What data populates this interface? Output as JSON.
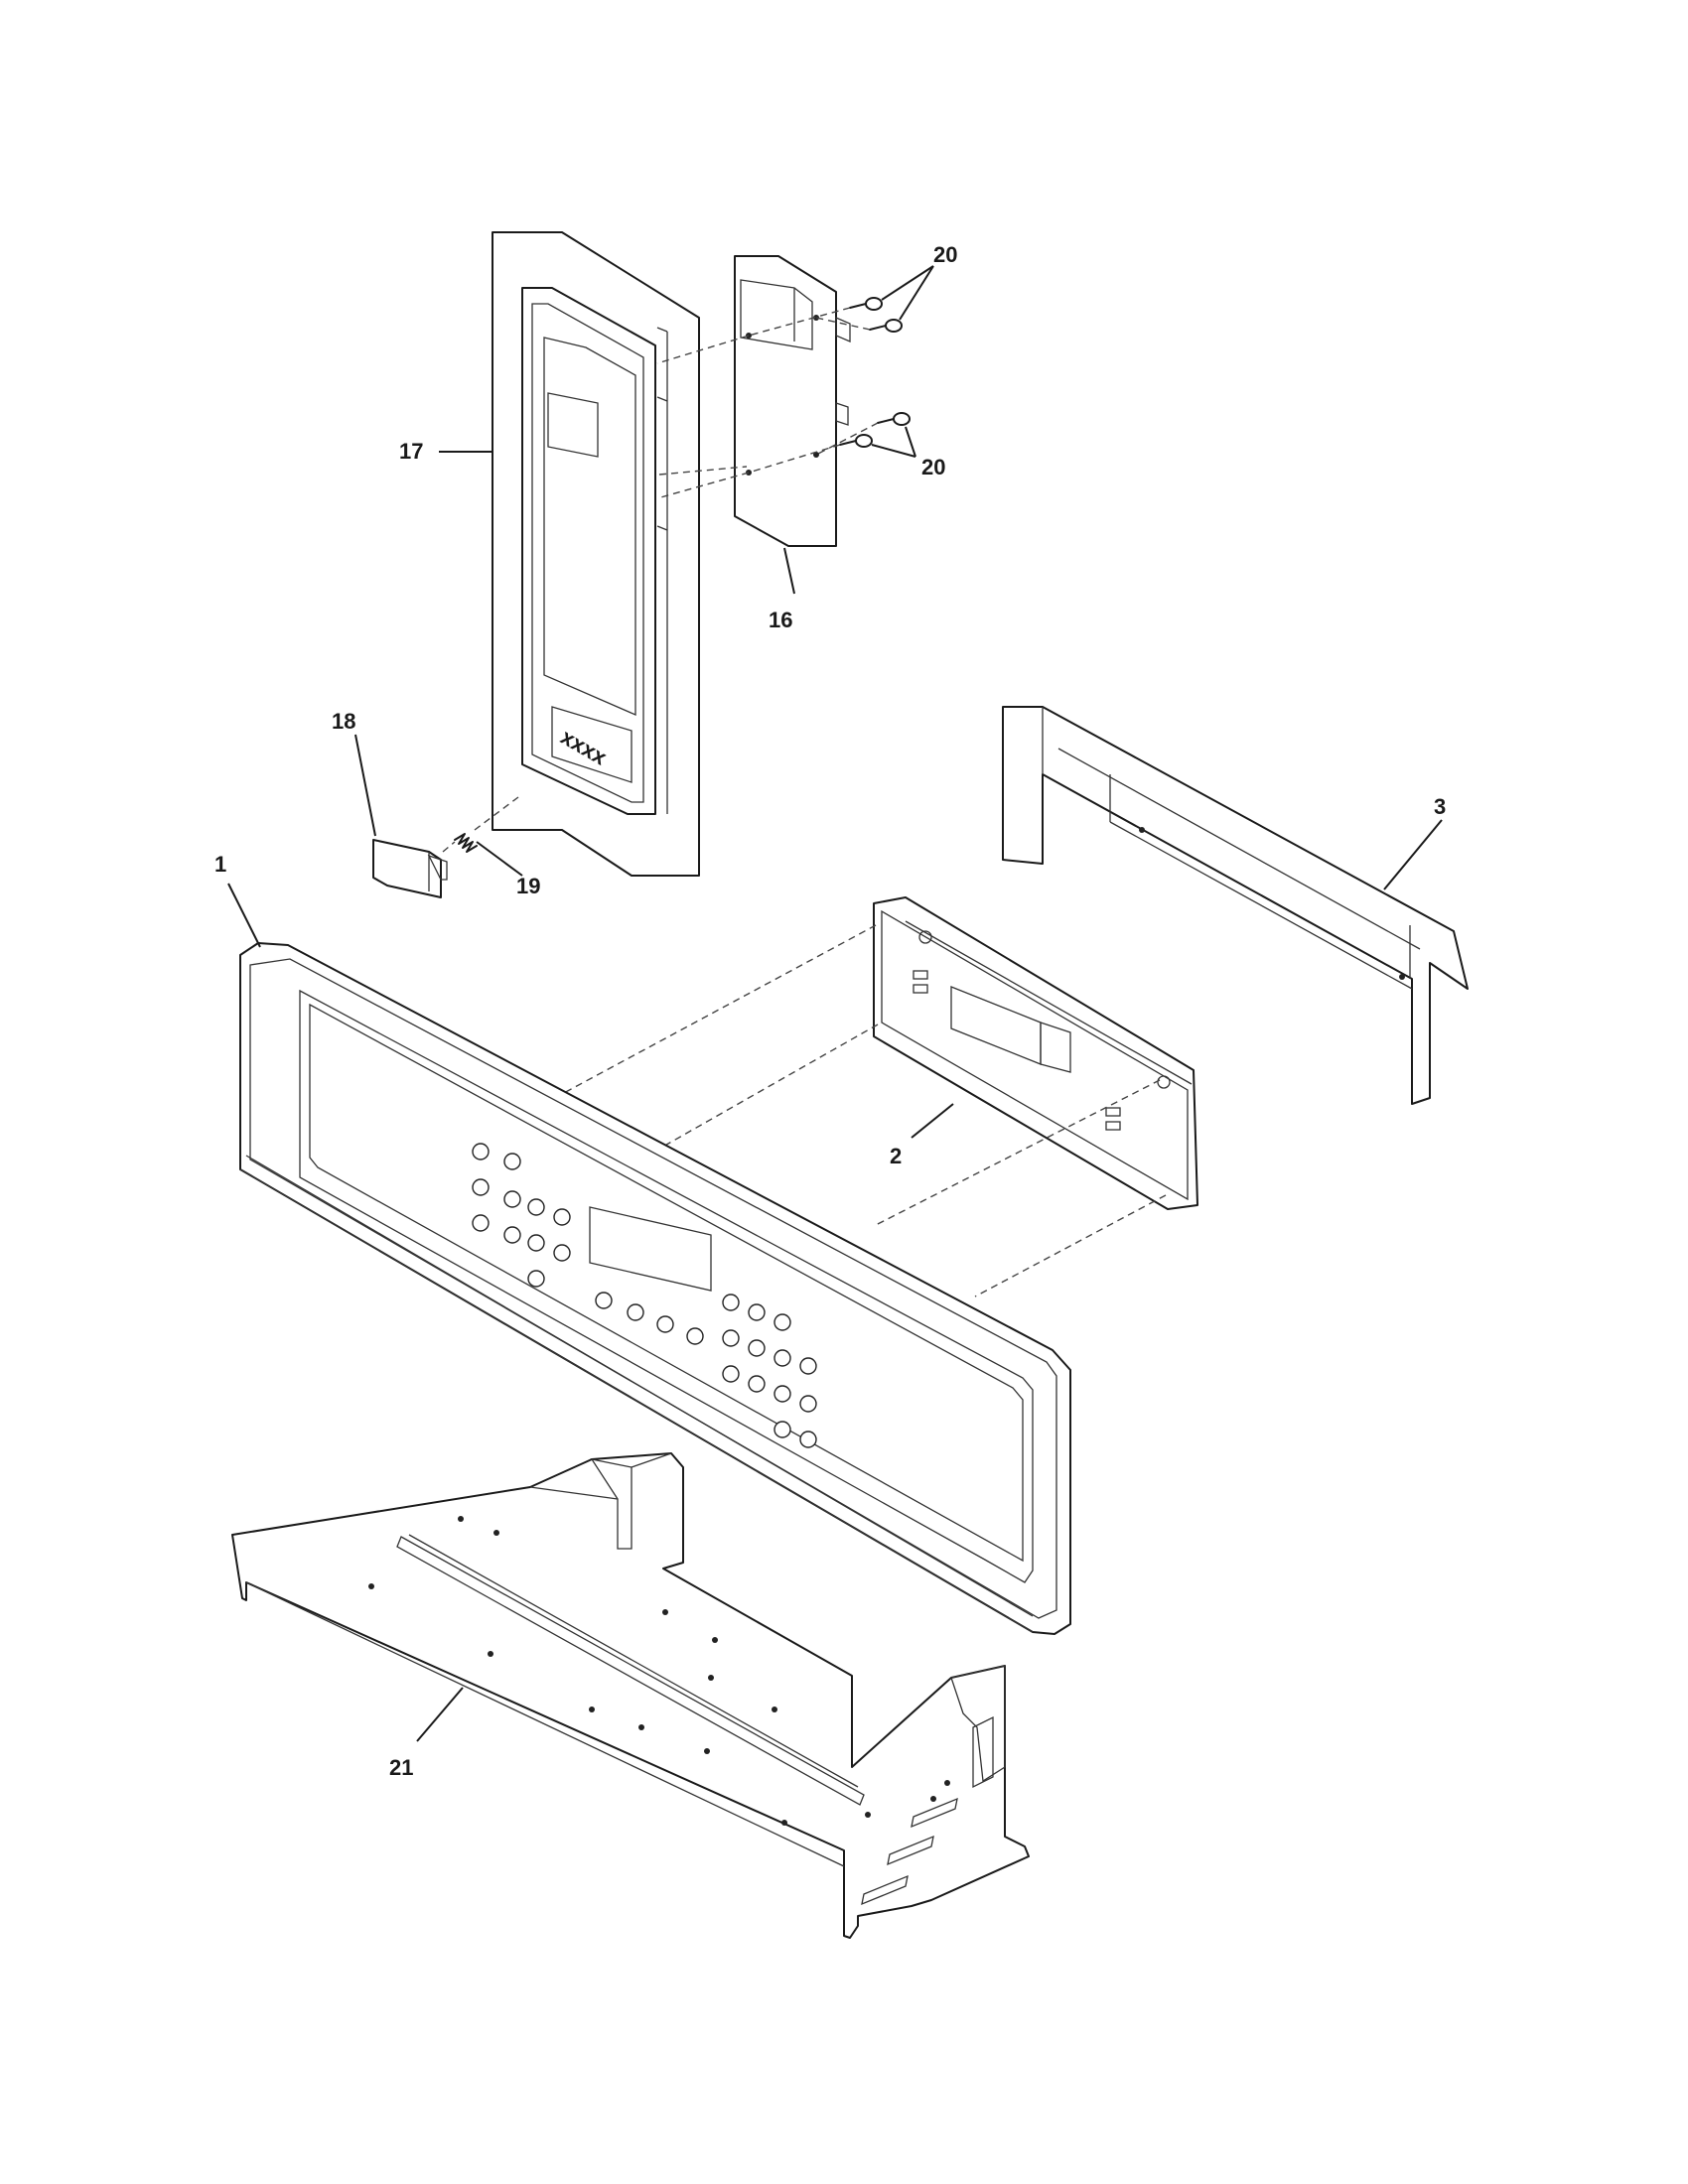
{
  "callouts": {
    "p1": "1",
    "p2": "2",
    "p3": "3",
    "p16": "16",
    "p17": "17",
    "p18": "18",
    "p19": "19",
    "p20a": "20",
    "p20b": "20",
    "p21": "21"
  },
  "panel_lettering": "xxxx"
}
